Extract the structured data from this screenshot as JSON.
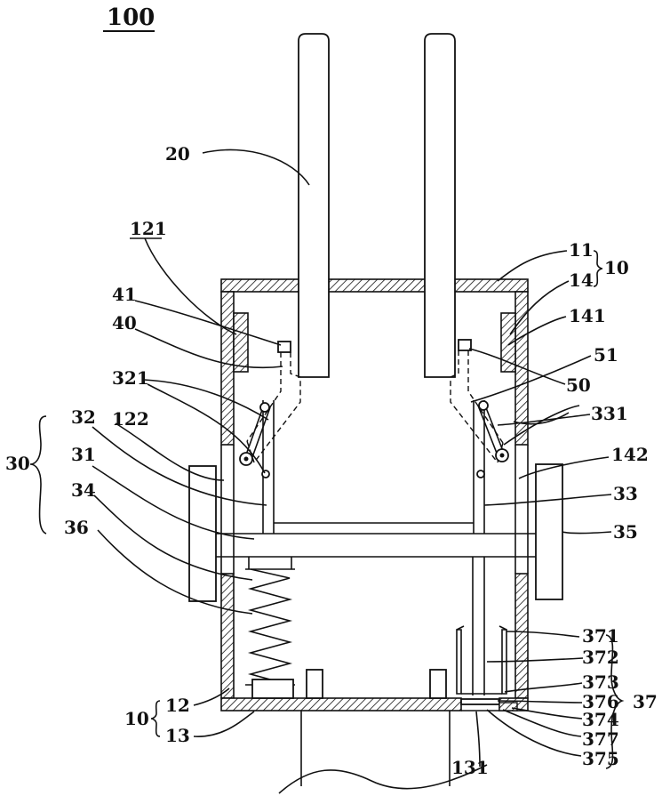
{
  "figure_number": "100",
  "labels": {
    "l20": "20",
    "l121": "121",
    "l11": "11",
    "l10a": "10",
    "l14": "14",
    "l41": "41",
    "l40": "40",
    "l141": "141",
    "l51": "51",
    "l50": "50",
    "l321": "321",
    "l331": "331",
    "l30": "30",
    "l32": "32",
    "l122": "122",
    "l142": "142",
    "l31": "31",
    "l33": "33",
    "l34": "34",
    "l36": "36",
    "l35": "35",
    "l371": "371",
    "l372": "372",
    "l373": "373",
    "l376": "376",
    "l37": "37",
    "l374": "374",
    "l377": "377",
    "l375": "375",
    "l10b": "10",
    "l12": "12",
    "l13": "13",
    "l131": "131"
  },
  "colors": {
    "line": "#111111",
    "background": "#ffffff"
  }
}
